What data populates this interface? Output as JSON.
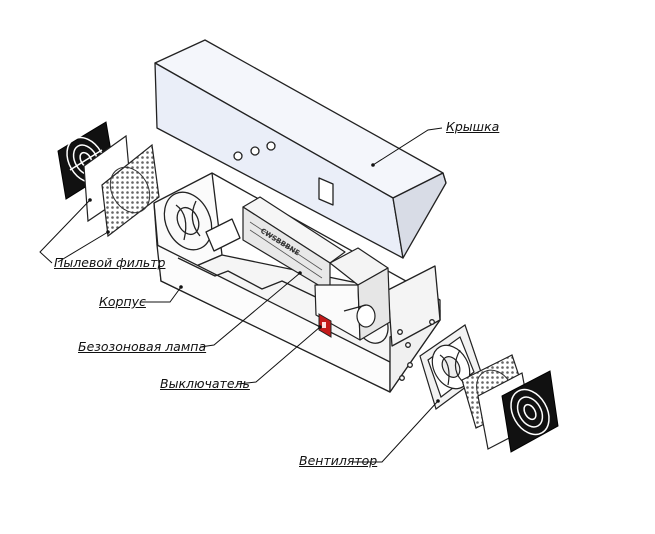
{
  "labels": {
    "cover": "Крышка",
    "dust_filter": "Пылевой фильтр",
    "body": "Корпус",
    "lamp": "Безозоновая лампа",
    "switch": "Выключатель",
    "fan": "Вентилятор"
  },
  "lamp_marking": "CWSBBBNE"
}
